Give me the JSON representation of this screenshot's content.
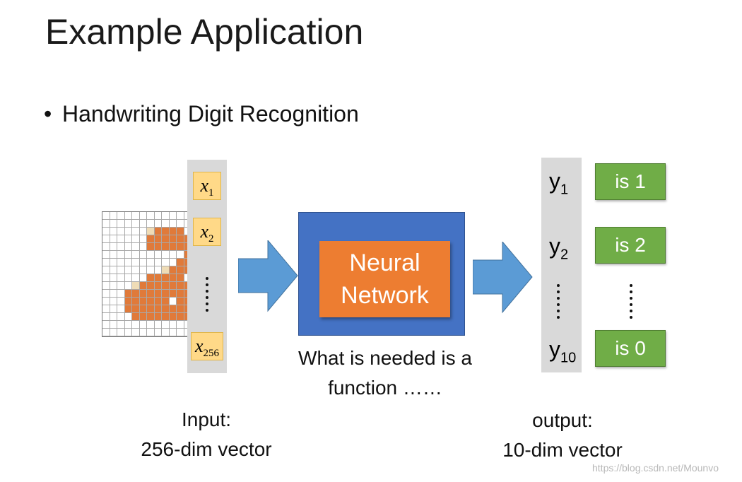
{
  "title": "Example Application",
  "bullet": {
    "symbol": "•",
    "text": "Handwriting Digit Recognition"
  },
  "input_vector": {
    "items": [
      {
        "var": "x",
        "sub": "1"
      },
      {
        "var": "x",
        "sub": "2"
      },
      {
        "var": "x",
        "sub": "256"
      }
    ]
  },
  "network": {
    "line1": "Neural",
    "line2": "Network"
  },
  "caption": {
    "line1": "What is needed is a",
    "line2": "function ……"
  },
  "output_vector": {
    "items": [
      {
        "var": "y",
        "sub": "1",
        "label": "is 1"
      },
      {
        "var": "y",
        "sub": "2",
        "label": "is 2"
      },
      {
        "var": "y",
        "sub": "10",
        "label": "is 0"
      }
    ]
  },
  "input_label": {
    "line1": "Input:",
    "line2": "256-dim vector"
  },
  "output_label": {
    "line1": "output:",
    "line2": "10-dim vector"
  },
  "watermark": "https://blog.csdn.net/Mounvo",
  "colors": {
    "network_outer": "#4472c4",
    "network_inner": "#ed7d31",
    "output_button": "#70ad47",
    "input_cell": "#ffd988",
    "arrow": "#5b9bd5",
    "strip": "#d9d9d9"
  }
}
